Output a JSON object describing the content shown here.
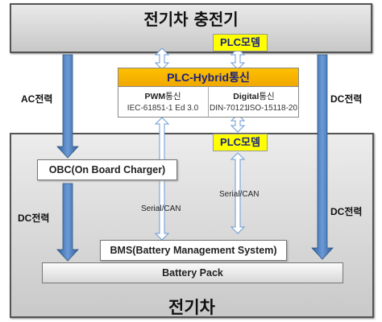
{
  "charger": {
    "title": "전기차 충전기"
  },
  "vehicle": {
    "title": "전기차"
  },
  "modem_top": "PLC모뎀",
  "modem_bottom": "PLC모뎀",
  "hybrid": {
    "title": "PLC-Hybrid통신",
    "left": {
      "title_prefix": "PWM",
      "title_suffix": "통신",
      "spec": "IEC-61851-1 Ed 3.0"
    },
    "right": {
      "title_prefix": "Digital",
      "title_suffix": "통신",
      "spec_a": "DIN-70121",
      "spec_b": "ISO-15118-20"
    }
  },
  "flows": {
    "ac_power": "AC전력",
    "dc_power_left": "DC전력",
    "dc_power_right_top": "DC전력",
    "dc_power_right_bottom": "DC전력",
    "serial_left": "Serial/CAN",
    "serial_right": "Serial/CAN"
  },
  "obc": "OBC(On Board Charger)",
  "bms": "BMS(Battery Management System)",
  "battery": "Battery Pack",
  "colors": {
    "arrow_blue": "#4a7fc1",
    "modem_yellow": "#ffff00",
    "hybrid_orange": "#ffc000",
    "modem_text": "#1a237e"
  }
}
